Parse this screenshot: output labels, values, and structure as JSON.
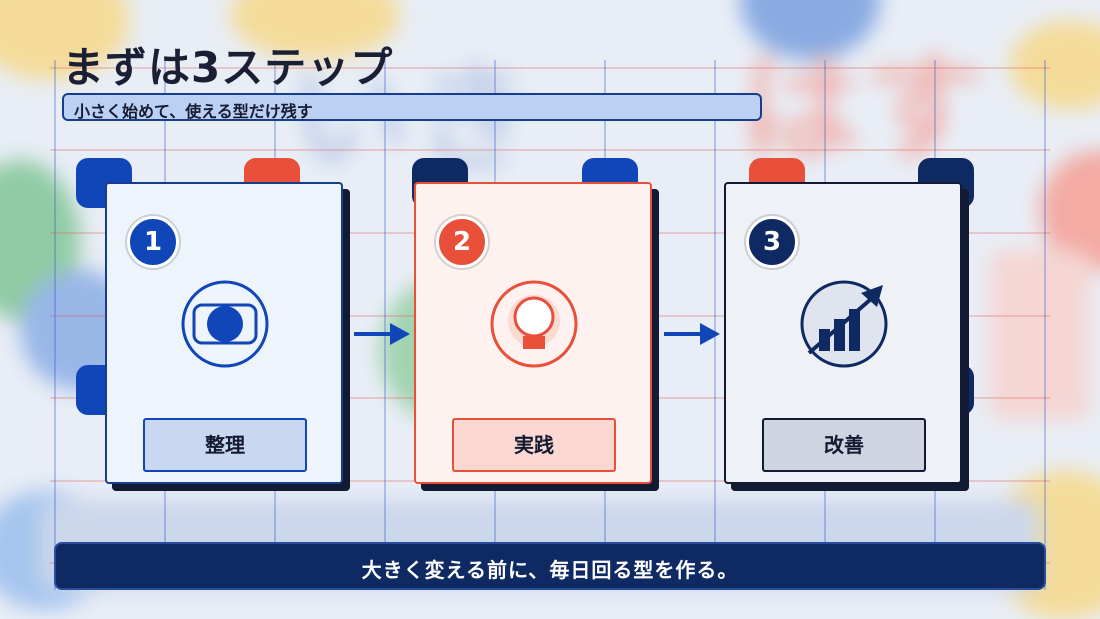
{
  "header": {
    "title": "まずは3ステップ",
    "subtitle": "小さく始めて、使える型だけ残す"
  },
  "steps": [
    {
      "number": "1",
      "label": "整理",
      "icon": "target-icon"
    },
    {
      "number": "2",
      "label": "実践",
      "icon": "lightbulb-icon"
    },
    {
      "number": "3",
      "label": "改善",
      "icon": "growth-chart-icon"
    }
  ],
  "footer": {
    "message": "大きく変える前に、毎日回る型を作る。"
  },
  "colors": {
    "navy": "#0f2a63",
    "blue": "#1146b8",
    "red": "#e8503a",
    "dark": "#121b33"
  }
}
